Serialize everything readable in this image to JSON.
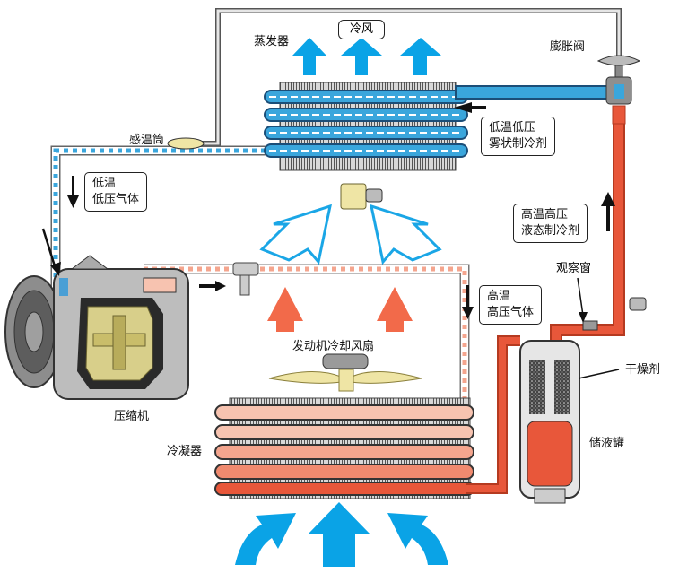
{
  "labels": {
    "evaporator": "蒸发器",
    "cold_air": "冷风",
    "expansion_valve": "膨胀阀",
    "temp_bulb": "感温筒",
    "compressor": "压缩机",
    "condenser": "冷凝器",
    "engine_fan": "发动机冷却风扇",
    "sight_glass": "观察窗",
    "desiccant": "干燥剂",
    "receiver": "储液罐"
  },
  "states": {
    "low_temp_low_pressure_gas": [
      "低温",
      "低压气体"
    ],
    "low_temp_low_pressure_mist": [
      "低温低压",
      "雾状制冷剂"
    ],
    "high_temp_high_pressure_liquid": [
      "高温高压",
      "液态制冷剂"
    ],
    "high_temp_high_pressure_gas": [
      "高温",
      "高压气体"
    ]
  },
  "colors": {
    "cold_pipe": "#3aa6dc",
    "hot_pipe": "#e8573a",
    "air_cold_arrow": "#0aa3e6",
    "air_hot_arrow": "#f26a4a",
    "metal": "#b8b8b8"
  }
}
